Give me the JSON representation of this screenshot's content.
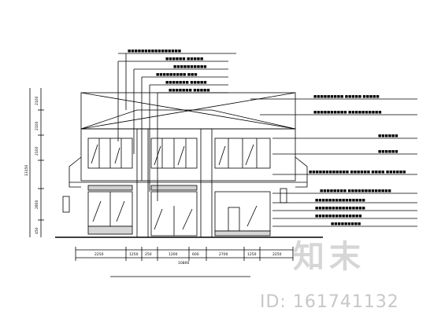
{
  "drawing": {
    "callouts_top": [
      "■■■■■■■■■■■■■■■■",
      "■■■■■■ ■■■■■",
      "■■■■■■■■■■",
      "■■■■■■■■■ ■■■",
      "■■■■■■■ ■■■■■",
      "■■■■■■■ ■■■■■"
    ],
    "callouts_right": [
      "■■■■■■■■■ ■■■■■ ■■■■■",
      "■■■■■■■■■■ ■■■■■■■■■■",
      "■■■■■■",
      "■■■■■■",
      "■■■■■■■■■■■■ ■■■■■■ ■■■■ ■■■■■■",
      "■■■■■■■■ ■■■■■■■■■■■■■",
      "■■■■■■■■■■■■■■■",
      "■■■■■■■■■■■■■■■",
      "■■■■■■■■■■■■■■",
      "■■■■■■■■■"
    ],
    "dims_left": [
      "2100",
      "2100",
      "2100",
      "13150",
      "2800",
      "450"
    ],
    "dims_bottom": [
      "2250",
      "1250",
      "250",
      "1200",
      "600",
      "2700",
      "1250",
      "2250"
    ],
    "dim_total": "10800"
  },
  "watermark": {
    "logo_text": "知末",
    "id_text": "ID: 161741132"
  }
}
